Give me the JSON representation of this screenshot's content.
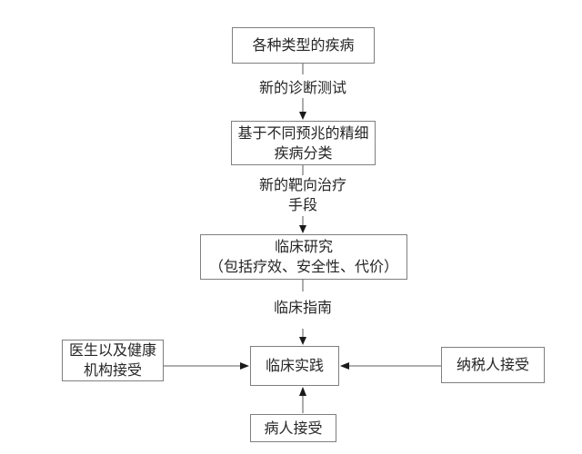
{
  "diagram": {
    "title": "disease-to-clinical-practice-flowchart",
    "boxes": {
      "diseases": {
        "label": "各种类型的疾病"
      },
      "classification": {
        "label": "基于不同预兆的精细\n疾病分类"
      },
      "research": {
        "label": "临床研究\n（包括疗效、安全性、代价）"
      },
      "practice": {
        "label": "临床实践"
      },
      "doctors": {
        "label": "医生以及健康\n机构接受"
      },
      "taxpayers": {
        "label": "纳税人接受"
      },
      "patients": {
        "label": "病人接受"
      }
    },
    "edge_labels": {
      "diagnostic": "新的诊断测试",
      "targeted": "新的靶向治疗\n手段",
      "guideline": "临床指南"
    },
    "colors": {
      "background": "#ffffff",
      "box_border": "#7f7f7f",
      "line": "#7f7f7f",
      "arrowhead": "#1a1a1a",
      "text": "#262626"
    }
  }
}
